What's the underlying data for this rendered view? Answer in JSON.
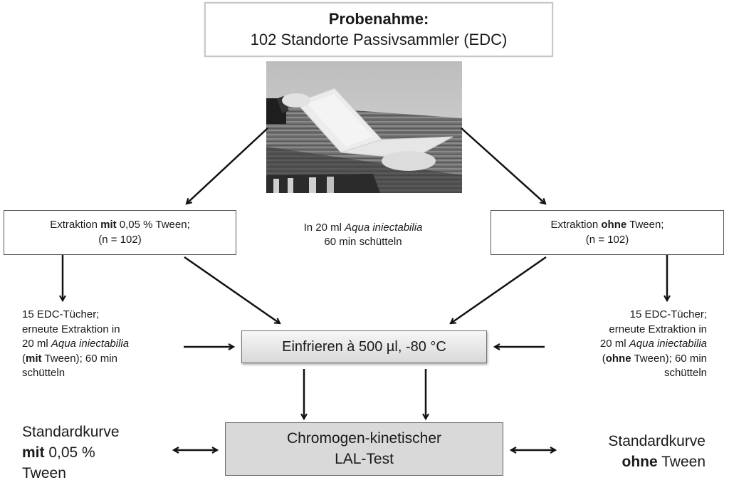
{
  "sampling": {
    "title": "Probenahme:",
    "subtitle": "102 Standorte Passivsammler (EDC)"
  },
  "photo": {
    "description": "photo-of-hands-holding-edc-passive-sampler"
  },
  "extraction_left": {
    "pre": "Extraktion ",
    "bold": "mit",
    "post": " 0,05 % Tween;",
    "line2": "(n = 102)"
  },
  "extraction_right": {
    "pre": "Extraktion ",
    "bold": "ohne",
    "post": " Tween;",
    "line2": "(n = 102)"
  },
  "center_note": {
    "pre": "In 20 ml ",
    "italic": "Aqua iniectabilia",
    "line2": "60 min schütteln"
  },
  "side_left": {
    "line1": "15 EDC-Tücher;",
    "line2": "erneute Extraktion in",
    "line3_pre": "20 ml ",
    "line3_italic": "Aqua iniectabilia",
    "line4_open": "(",
    "line4_bold": "mit",
    "line4_post": " Tween); 60 min",
    "line5": "schütteln"
  },
  "side_right": {
    "line1": "15 EDC-Tücher;",
    "line2": "erneute Extraktion in",
    "line3_pre": "20 ml ",
    "line3_italic": "Aqua iniectabilia",
    "line4_open": "(",
    "line4_bold": "ohne",
    "line4_post": " Tween); 60 min",
    "line5": "schütteln"
  },
  "freeze": {
    "label": "Einfrieren à 500 µl, -80 °C"
  },
  "lal_test": {
    "line1": "Chromogen-kinetischer",
    "line2": "LAL-Test"
  },
  "std_left": {
    "line1": "Standardkurve",
    "line2_bold": "mit",
    "line2_post": " 0,05 %",
    "line3": "Tween"
  },
  "std_right": {
    "line1": "Standardkurve",
    "line2_bold": "ohne",
    "line2_post": " Tween"
  }
}
